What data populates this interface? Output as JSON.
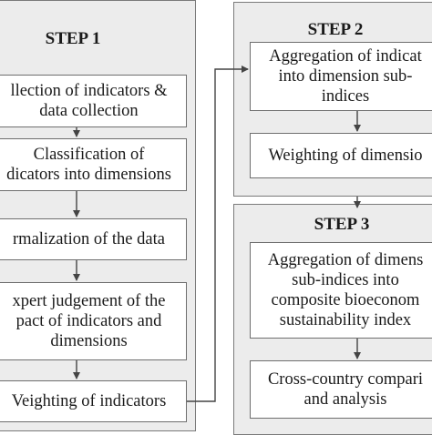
{
  "step1": {
    "title": "STEP 1",
    "boxes": [
      "llection of indicators &\ndata collection",
      "Classification of\ndicators into dimensions",
      "rmalization of the data",
      "xpert judgement of the\npact of indicators and\ndimensions",
      "Veighting of indicators"
    ]
  },
  "step2": {
    "title": "STEP 2",
    "boxes": [
      "Aggregation of indicat\ninto dimension sub-\nindices",
      "Weighting of dimensio"
    ]
  },
  "step3": {
    "title": "STEP 3",
    "boxes": [
      "Aggregation of dimens\nsub-indices into\ncomposite bioeconom\nsustainability index",
      "Cross-country compari\nand analysis"
    ]
  }
}
